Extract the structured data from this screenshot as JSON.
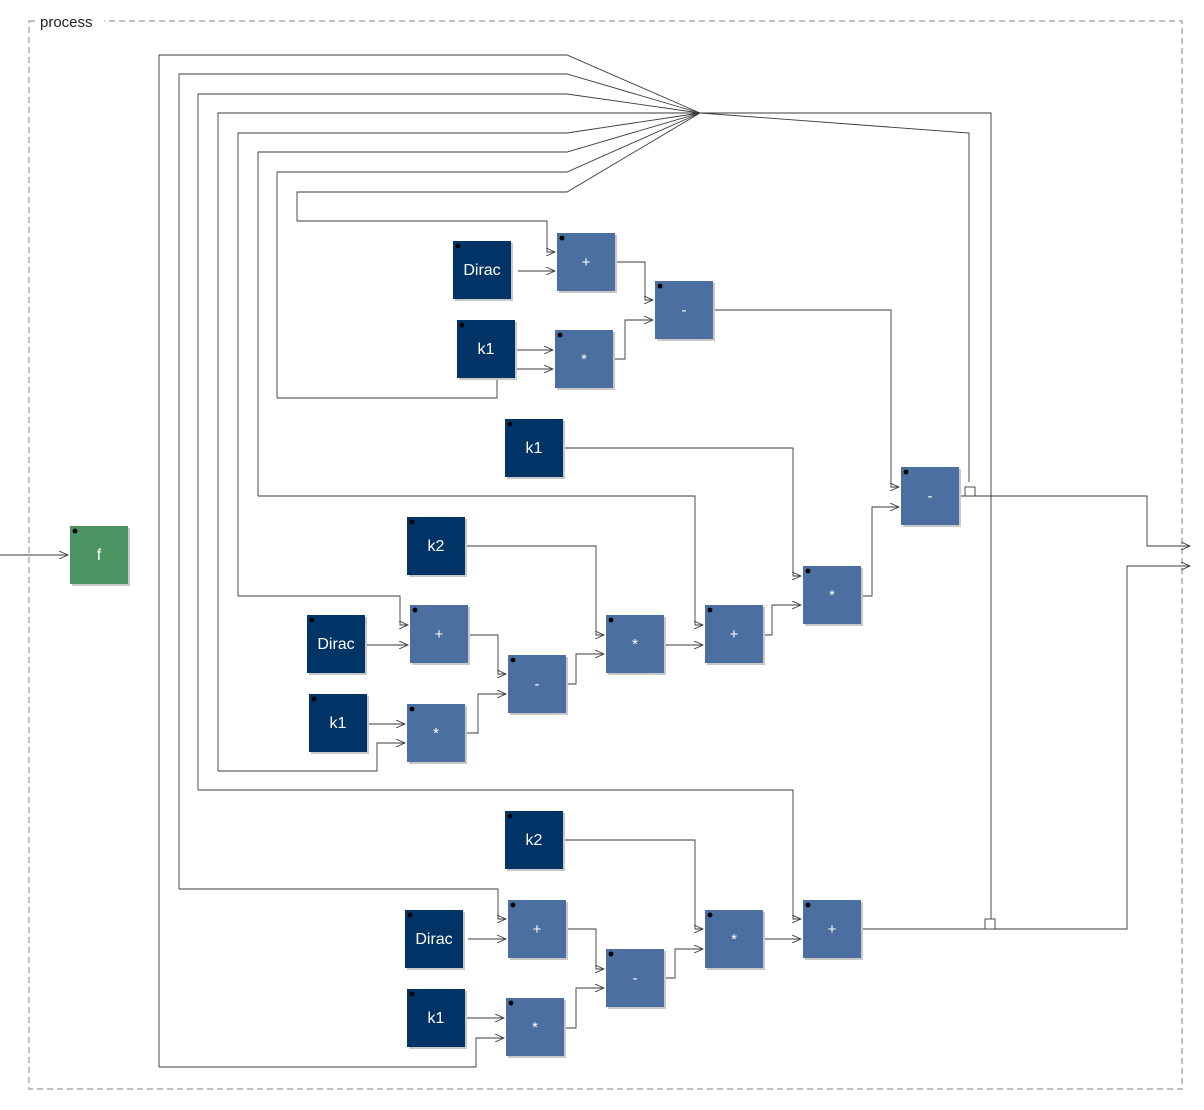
{
  "group": {
    "label": "process"
  },
  "colors": {
    "function_block": "#4a9461",
    "constant_block": "#003366",
    "operator_block": "#4a6fa0",
    "wire": "#3a3a3a"
  },
  "nodes": [
    {
      "id": "f",
      "label": "f",
      "kind": "function"
    },
    {
      "id": "dirac1",
      "label": "Dirac",
      "kind": "constant"
    },
    {
      "id": "plus1",
      "label": "+",
      "kind": "operator"
    },
    {
      "id": "minus1",
      "label": "-",
      "kind": "operator"
    },
    {
      "id": "k1a",
      "label": "k1",
      "kind": "constant"
    },
    {
      "id": "mul1",
      "label": "*",
      "kind": "operator"
    },
    {
      "id": "k1b",
      "label": "k1",
      "kind": "constant"
    },
    {
      "id": "minusR",
      "label": "-",
      "kind": "operator"
    },
    {
      "id": "k2a",
      "label": "k2",
      "kind": "constant"
    },
    {
      "id": "mulR",
      "label": "*",
      "kind": "operator"
    },
    {
      "id": "dirac2",
      "label": "Dirac",
      "kind": "constant"
    },
    {
      "id": "plus2",
      "label": "+",
      "kind": "operator"
    },
    {
      "id": "mul2",
      "label": "*",
      "kind": "operator"
    },
    {
      "id": "plus3",
      "label": "+",
      "kind": "operator"
    },
    {
      "id": "minus2",
      "label": "-",
      "kind": "operator"
    },
    {
      "id": "k1c",
      "label": "k1",
      "kind": "constant"
    },
    {
      "id": "mul3",
      "label": "*",
      "kind": "operator"
    },
    {
      "id": "k2b",
      "label": "k2",
      "kind": "constant"
    },
    {
      "id": "dirac3",
      "label": "Dirac",
      "kind": "constant"
    },
    {
      "id": "plus4",
      "label": "+",
      "kind": "operator"
    },
    {
      "id": "mul4",
      "label": "*",
      "kind": "operator"
    },
    {
      "id": "plusR",
      "label": "+",
      "kind": "operator"
    },
    {
      "id": "minus3",
      "label": "-",
      "kind": "operator"
    },
    {
      "id": "k1d",
      "label": "k1",
      "kind": "constant"
    },
    {
      "id": "mul5",
      "label": "*",
      "kind": "operator"
    }
  ]
}
